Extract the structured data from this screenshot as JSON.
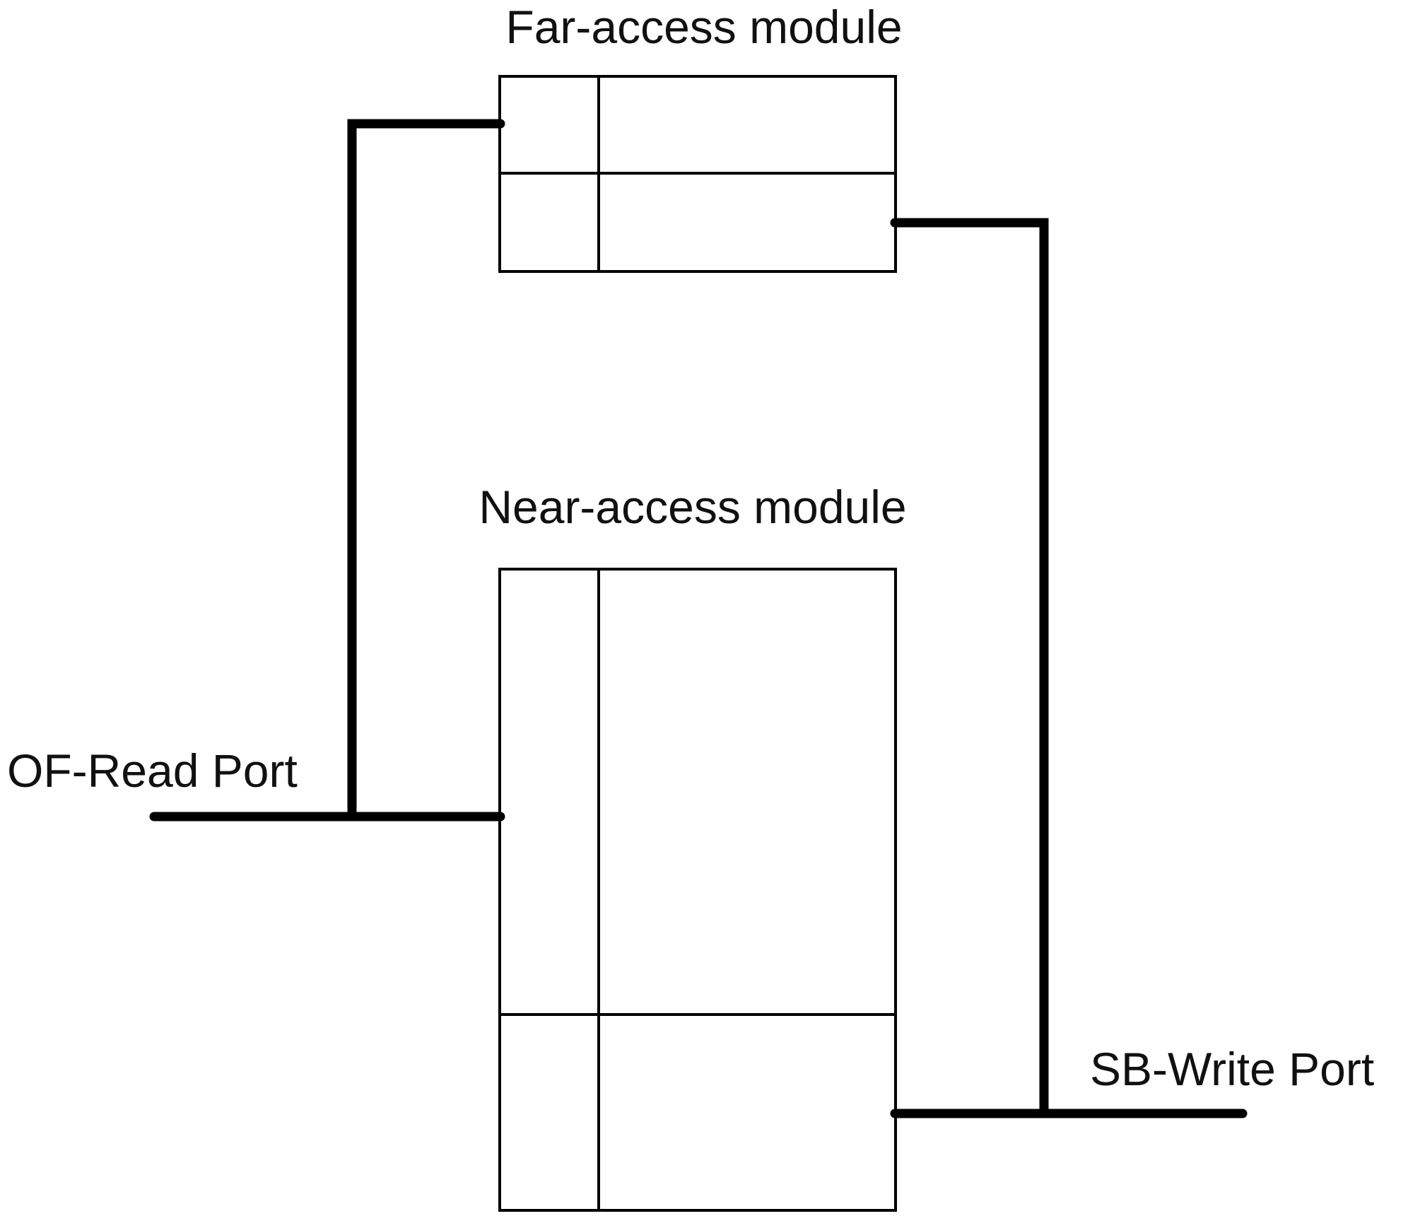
{
  "diagram": {
    "far_module_label": "Far-access module",
    "near_module_label": "Near-access module",
    "read_port_label": "OF-Read Port",
    "write_port_label": "SB-Write Port"
  },
  "colors": {
    "line": "#000000",
    "text": "#111111",
    "background": "#ffffff"
  }
}
